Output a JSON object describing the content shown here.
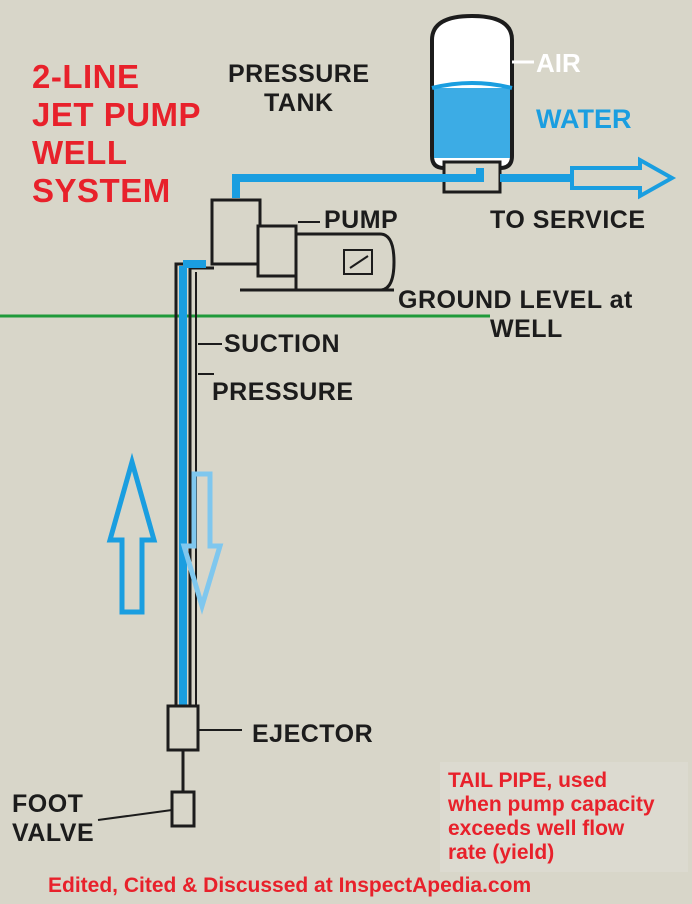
{
  "title_lines": [
    "2-LINE",
    "JET PUMP",
    "WELL",
    "SYSTEM"
  ],
  "labels": {
    "pressure_tank": [
      "PRESSURE",
      "TANK"
    ],
    "air": "AIR",
    "water": "WATER",
    "pump": "PUMP",
    "to_service": "TO SERVICE",
    "ground_level": [
      "GROUND LEVEL at",
      "WELL"
    ],
    "suction": "SUCTION",
    "pressure": "PRESSURE",
    "ejector": "EJECTOR",
    "foot_valve": [
      "FOOT",
      "VALVE"
    ]
  },
  "note_lines": [
    "TAIL PIPE, used",
    "when pump capacity",
    "exceeds well flow",
    "rate (yield)"
  ],
  "footer": "Edited, Cited & Discussed at InspectApedia.com",
  "colors": {
    "flow_blue": "#1a9ee0",
    "title_red": "#e8212b",
    "ground_green": "#1f9a3a",
    "print_black": "#1c1c1c",
    "paper": "#d8d6c9"
  }
}
